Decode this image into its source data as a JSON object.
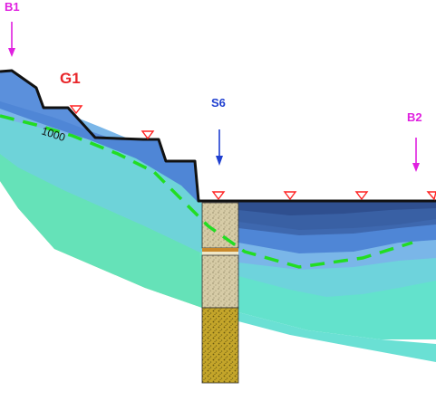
{
  "markers": {
    "b1": {
      "label": "B1",
      "color": "#e020e0"
    },
    "b2": {
      "label": "B2",
      "color": "#e020e0"
    },
    "s6": {
      "label": "S6",
      "color": "#1f3fd0"
    }
  },
  "section": {
    "label": "G1",
    "label_color": "#e8262a",
    "contour_label": "1000"
  },
  "colors": {
    "surface_line": "#111111",
    "water_table": "#22dd22",
    "well_marker": "#ff2222",
    "layer_dark": "#2f4f8f",
    "layer_blue": "#4f86d6",
    "layer_light_blue": "#7ab6e8",
    "layer_cyan": "#69d0df",
    "layer_teal": "#62e2c8",
    "layer_green": "#7fe08a",
    "borehole_sand": "#d9cfae",
    "borehole_gravel": "#c9aa2a"
  }
}
